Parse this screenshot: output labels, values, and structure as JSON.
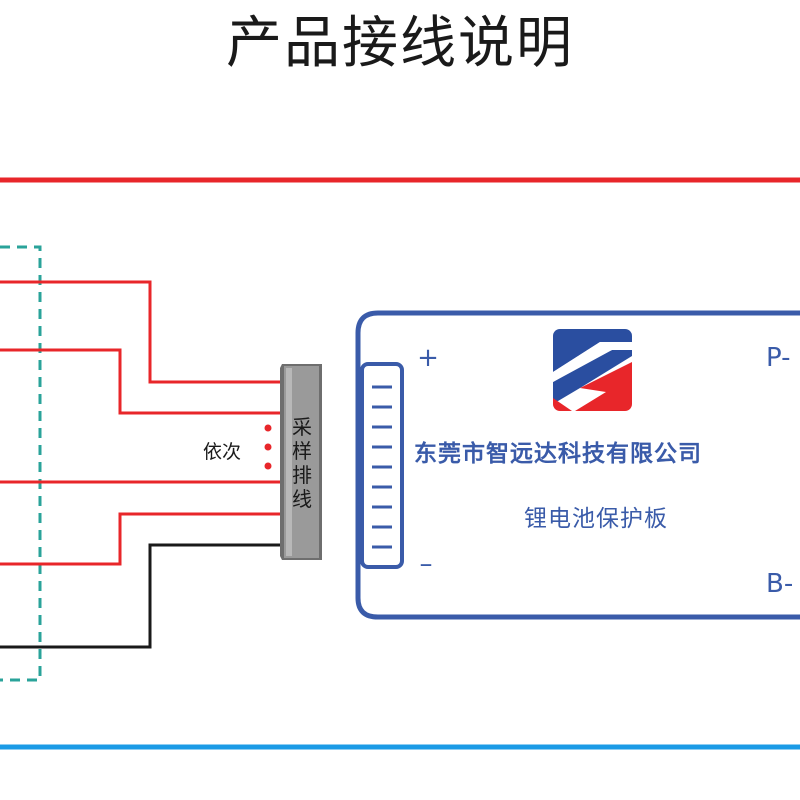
{
  "title": "产品接线说明",
  "connector_label": [
    "采",
    "样",
    "排",
    "线"
  ],
  "sequence_label": "依次",
  "board": {
    "plus": "+",
    "minus": "–",
    "p_terminal": "P-",
    "b_terminal": "B-",
    "company": "东莞市智远达科技有限公司",
    "product": "锂电池保护板"
  },
  "colors": {
    "positive_rail": "#e8262a",
    "negative_rail": "#1b9be6",
    "balance_wire": "#e8262a",
    "ground_wire": "#1a1a1a",
    "battery_outline": "#2aa39a",
    "board_outline": "#3a5ba9",
    "text_blue": "#3a5ba9",
    "connector": "#8a8a8a",
    "logo_blue": "#2a4ea0",
    "logo_red": "#e8262a"
  },
  "icons": {
    "logo": "company-logo-icon",
    "dots": "ellipsis-vertical-icon"
  }
}
